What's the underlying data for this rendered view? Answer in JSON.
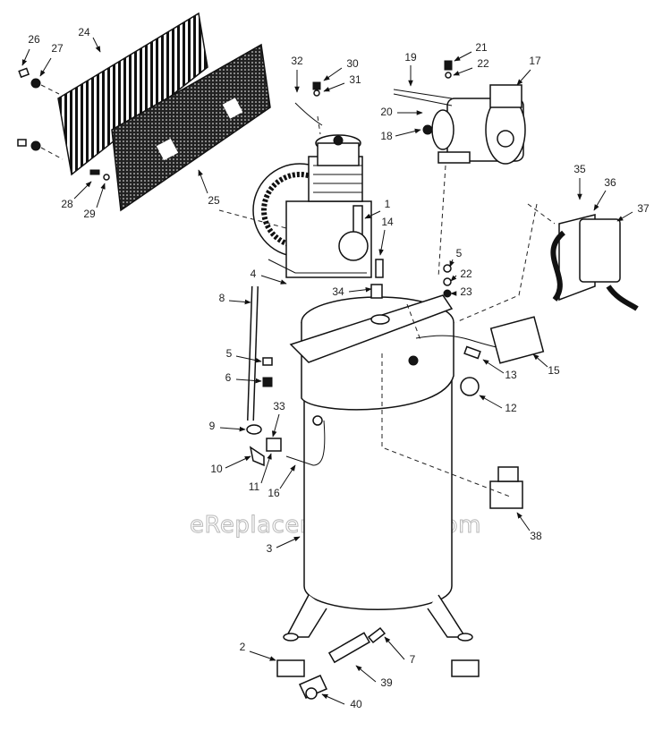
{
  "watermark": "eReplacementParts.com",
  "callouts": [
    "1",
    "2",
    "3",
    "4",
    "5",
    "5",
    "6",
    "7",
    "8",
    "9",
    "10",
    "11",
    "12",
    "13",
    "14",
    "15",
    "16",
    "17",
    "18",
    "19",
    "20",
    "21",
    "22",
    "22",
    "23",
    "24",
    "25",
    "26",
    "27",
    "28",
    "29",
    "30",
    "31",
    "32",
    "33",
    "34",
    "35",
    "36",
    "37",
    "38",
    "39",
    "40"
  ]
}
